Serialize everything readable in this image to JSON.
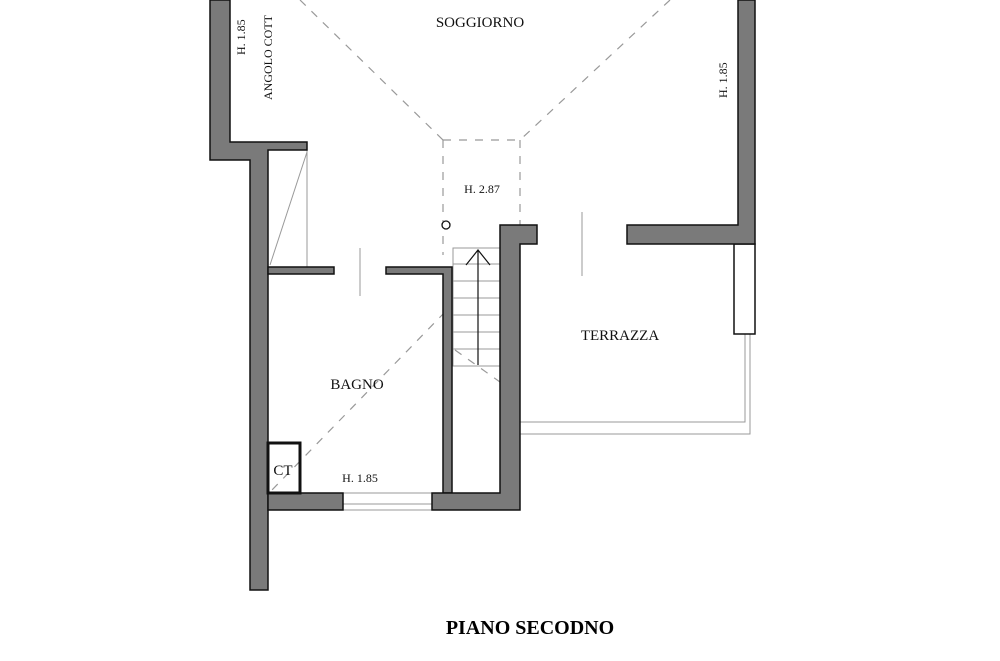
{
  "plan": {
    "title": "PIANO SECODNO",
    "rooms": {
      "soggiorno": "SOGGIORNO",
      "terrazza": "TERRAZZA",
      "bagno": "BAGNO",
      "ct": "CT",
      "angolo_cottura": "ANGOLO COTT"
    },
    "heights": {
      "left_soggiorno": "H. 1.85",
      "right_soggiorno": "H. 1.85",
      "center": "H. 2.87",
      "bagno": "H. 1.85"
    },
    "colors": {
      "wall_fill": "#7a7a7a",
      "wall_stroke": "#111111"
    }
  }
}
